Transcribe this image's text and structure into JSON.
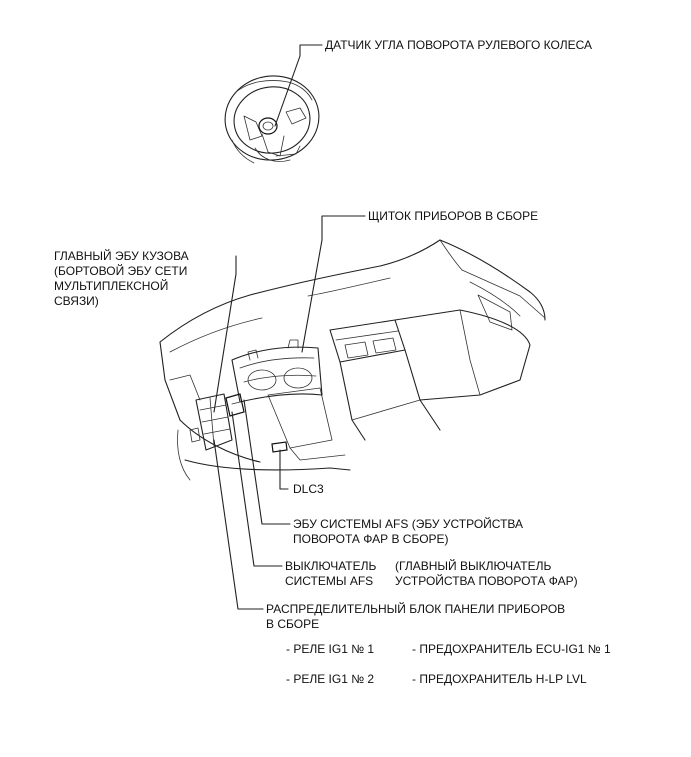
{
  "labels": {
    "steering_sensor": "ДАТЧИК УГЛА ПОВОРОТА РУЛЕВОГО КОЛЕСА",
    "combination_meter": "ЩИТОК ПРИБОРОВ В СБОРЕ",
    "main_body_ecu": [
      "ГЛАВНЫЙ ЭБУ КУЗОВА",
      "(БОРТОВОЙ ЭБУ СЕТИ",
      "МУЛЬТИПЛЕКСНОЙ",
      "СВЯЗИ)"
    ],
    "dlc3": "DLC3",
    "afs_ecu": [
      "ЭБУ СИСТЕМЫ AFS (ЭБУ УСТРОЙСТВА",
      "ПОВОРОТА ФАР В СБОРЕ)"
    ],
    "afs_switch": [
      "ВЫКЛЮЧАТЕЛЬ",
      "СИСТЕМЫ AFS"
    ],
    "afs_switch_note": [
      "(ГЛАВНЫЙ ВЫКЛЮЧАТЕЛЬ",
      "УСТРОЙСТВА ПОВОРОТА ФАР)"
    ],
    "junction_block": [
      "РАСПРЕДЕЛИТЕЛЬНЫЙ БЛОК ПАНЕЛИ ПРИБОРОВ",
      "В СБОРЕ"
    ]
  },
  "components": {
    "relays": [
      "- РЕЛЕ IG1 № 1",
      "- РЕЛЕ IG1 № 2"
    ],
    "fuses": [
      "- ПРЕДОХРАНИТЕЛЬ ECU-IG1 № 1",
      "- ПРЕДОХРАНИТЕЛЬ H-LP LVL"
    ]
  },
  "colors": {
    "line": "#222222",
    "text": "#111111",
    "background": "#ffffff"
  }
}
